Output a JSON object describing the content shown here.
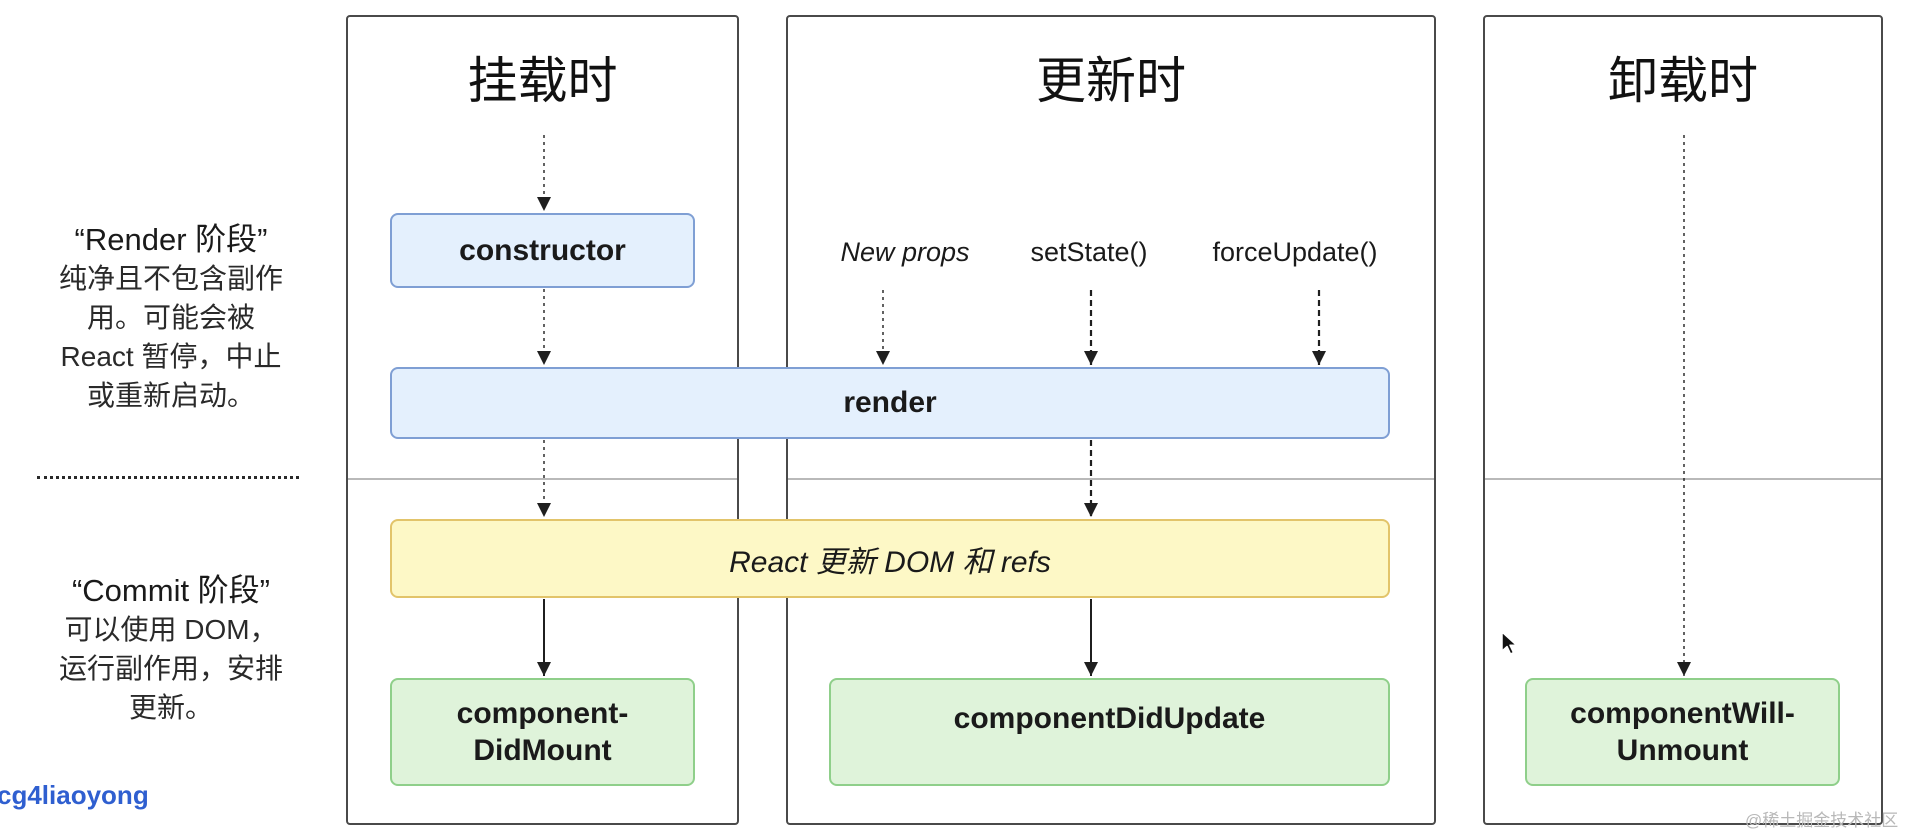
{
  "columns": {
    "mount": {
      "title": "挂载时"
    },
    "update": {
      "title": "更新时"
    },
    "unmount": {
      "title": "卸载时"
    }
  },
  "phases": {
    "render": {
      "title": "“Render 阶段”",
      "description": [
        "纯净且不包含副作",
        "用。可能会被",
        "React 暂停，中止",
        "或重新启动。"
      ]
    },
    "commit": {
      "title": "“Commit 阶段”",
      "description": [
        "可以使用 DOM，",
        "运行副作用，安排",
        "更新。"
      ]
    }
  },
  "nodes": {
    "constructor": "constructor",
    "render": "render",
    "update_dom": "React 更新 DOM 和 refs",
    "did_mount": [
      "component-",
      "DidMount"
    ],
    "did_update": "componentDidUpdate",
    "will_unmount": [
      "componentWill-",
      "Unmount"
    ]
  },
  "triggers": [
    "New props",
    "setState()",
    "forceUpdate()"
  ],
  "author": "cg4liaoyong",
  "watermark": "@稀土掘金技术社区",
  "colors": {
    "render_node_fill": "#e4f0fd",
    "render_node_border": "#7f9fd4",
    "commit_dom_fill": "#fdf8c6",
    "commit_dom_border": "#e2c46a",
    "lifecycle_fill": "#dff3da",
    "lifecycle_border": "#8fcf8a",
    "column_border": "#4a4a4a",
    "author": "#2f5fd0"
  }
}
